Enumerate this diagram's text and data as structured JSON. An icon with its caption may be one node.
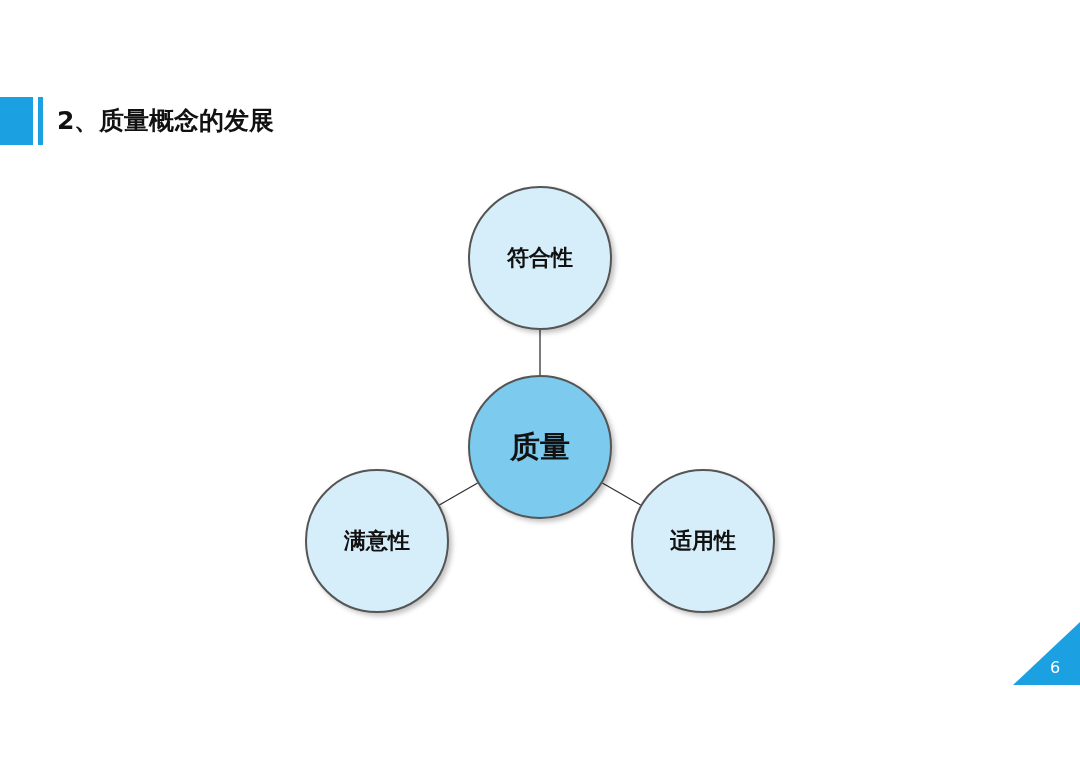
{
  "diagram": {
    "title": "2、质量概念的发展",
    "nodes": [
      {
        "text": [
          "质量"
        ]
      },
      {
        "text": [
          "符合性"
        ]
      },
      {
        "text": [
          "满意性"
        ]
      },
      {
        "text": [
          "适用性"
        ]
      }
    ],
    "edges": [
      {
        "from": 0,
        "to": 1,
        "arrow": "none"
      },
      {
        "from": 0,
        "to": 2,
        "arrow": "none"
      },
      {
        "from": 0,
        "to": 3,
        "arrow": "none"
      }
    ],
    "labels": [
      "6"
    ]
  }
}
